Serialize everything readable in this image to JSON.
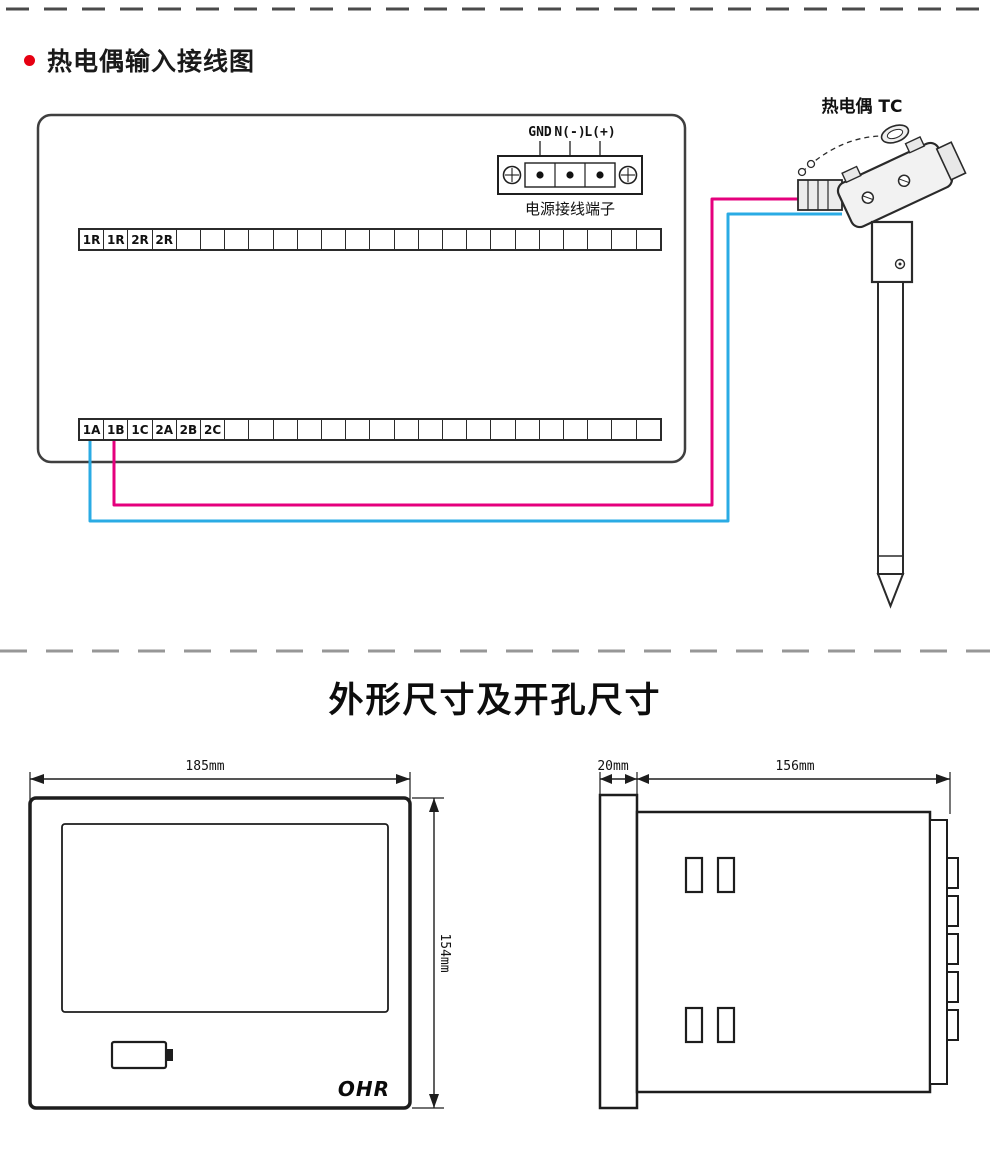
{
  "page": {
    "section1_title": "热电偶输入接线图",
    "section2_title": "外形尺寸及开孔尺寸"
  },
  "wiring": {
    "power_labels": {
      "gnd": "GND",
      "n": "N(-)",
      "l": "L(+)"
    },
    "power_caption": "电源接线端子",
    "strips": [
      {
        "labels": [
          "1R",
          "1R",
          "2R",
          "2R"
        ],
        "total": 24
      },
      {
        "labels": [
          "1A",
          "1B",
          "1C",
          "2A",
          "2B",
          "2C"
        ],
        "total": 24
      }
    ],
    "thermocouple_label": "热电偶 TC",
    "wire_colors": {
      "positive": "#e5007d",
      "negative": "#2aabe4"
    },
    "accent_bullet_color": "#e60012"
  },
  "dimensions": {
    "front": {
      "width": "185mm",
      "height": "154mm",
      "logo": "OHR"
    },
    "side": {
      "depth_flange": "20mm",
      "depth_body": "156mm"
    }
  }
}
